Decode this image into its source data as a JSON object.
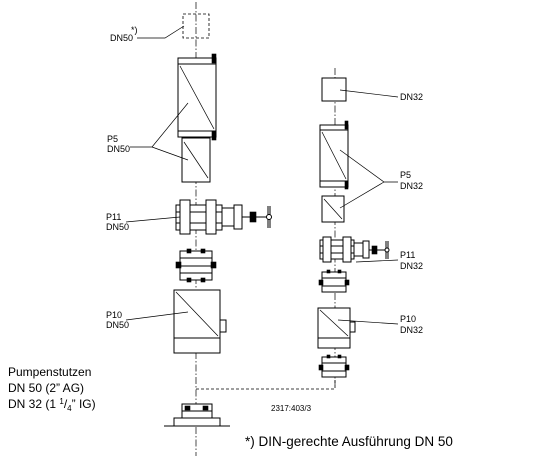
{
  "labels": {
    "left_dn50_top": "DN50",
    "left_dn50_top_mark": "*)",
    "left_p5": "P5",
    "left_p5_dn": "DN50",
    "left_p11": "P11",
    "left_p11_dn": "DN50",
    "left_p10": "P10",
    "left_p10_dn": "DN50",
    "right_dn32_top": "DN32",
    "right_p5": "P5",
    "right_p5_dn": "DN32",
    "right_p11": "P11",
    "right_p11_dn": "DN32",
    "right_p10": "P10",
    "right_p10_dn": "DN32",
    "drawing_number": "2317:403/3"
  },
  "pump_nozzle": {
    "title": "Pumpenstutzen",
    "line1": "DN 50 (2” AG)",
    "line2_pre": "DN 32 (1 ",
    "line2_num": "1",
    "line2_slash": "/",
    "line2_den": "4",
    "line2_post": "” IG)"
  },
  "footnote": "*) DIN-gerechte Ausführung DN 50"
}
